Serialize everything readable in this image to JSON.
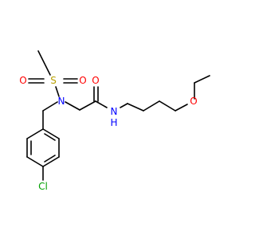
{
  "molecule": {
    "atoms": {
      "sulfur": {
        "symbol": "S",
        "color": "#b8a000"
      },
      "sulfonyl_oxygen_left": {
        "symbol": "O",
        "color": "#ff0000"
      },
      "sulfonyl_oxygen_right": {
        "symbol": "O",
        "color": "#ff0000"
      },
      "sulfonamide_nitrogen": {
        "symbol": "N",
        "color": "#0000ff"
      },
      "carbonyl_oxygen": {
        "symbol": "O",
        "color": "#ff0000"
      },
      "amide_nitrogen": {
        "symbol": "N",
        "color": "#0000ff"
      },
      "amide_hydrogen": {
        "symbol": "H",
        "color": "#0000ff"
      },
      "ether_oxygen": {
        "symbol": "O",
        "color": "#ff0000"
      },
      "chlorine": {
        "symbol": "Cl",
        "color": "#00a000"
      }
    },
    "bond_color": "#000000",
    "background_color": "#ffffff"
  }
}
